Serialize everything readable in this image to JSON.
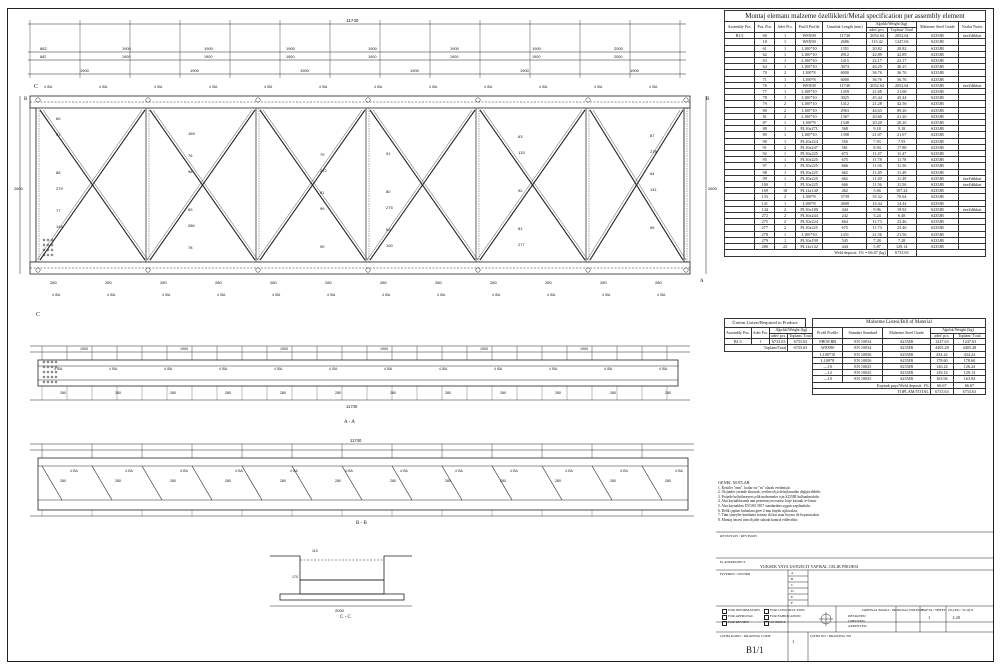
{
  "spec_table": {
    "title": "Montaj elemanı malzeme özellikleri/Metal specification per assembly element",
    "headers": {
      "assembly": "Assembly Pos.",
      "pos": "Pos. Pos.",
      "adet": "Adet Pcs.",
      "profile": "Profil Profile",
      "length": "Uzunluk Length (mm)",
      "weight": "Ağırlık/Weight (kg)",
      "weight_unit": "adet/ pcs.",
      "weight_total": "Toplam/ Total",
      "grade": "Malzeme Steel Grade",
      "notes": "Notlar Notes"
    },
    "assembly_code": "B1/1",
    "rows": [
      [
        "60",
        "1",
        "W8X90",
        "11740",
        "2052.64",
        "2052.64",
        "S235JR",
        "özel/dikkat"
      ],
      [
        "18",
        "1",
        "W8X90",
        "2686",
        "115.42",
        "1247.63",
        "S235JR",
        ""
      ],
      [
        "61",
        "1",
        "L100*10",
        "1351",
        "20.82",
        "20.82",
        "S235JR",
        ""
      ],
      [
        "62",
        "1",
        "L100*10",
        "2912",
        "42.89",
        "42.89",
        "S235JR",
        ""
      ],
      [
        "63",
        "1",
        "L100*10",
        "1415",
        "22.17",
        "22.17",
        "S235JR",
        ""
      ],
      [
        "64",
        "1",
        "L100*10",
        "3074",
        "46.25",
        "46.25",
        "S235JR",
        ""
      ],
      [
        "70",
        "2",
        "L100*8",
        "6000",
        "36.76",
        "36.76",
        "S235JR",
        ""
      ],
      [
        "71",
        "1",
        "L100*8",
        "6000",
        "36.76",
        "36.76",
        "S235JR",
        ""
      ],
      [
        "76",
        "1",
        "W8X90",
        "11740",
        "2052.64",
        "2052.64",
        "S235JR",
        "özel/dikkat"
      ],
      [
        "77",
        "1",
        "L100*10",
        "1459",
        "21.68",
        "21.68",
        "S235JR",
        ""
      ],
      [
        "78",
        "1",
        "L100*10",
        "3025",
        "45.44",
        "45.44",
        "S235JR",
        ""
      ],
      [
        "79",
        "2",
        "L100*10",
        "1412",
        "21.28",
        "42.56",
        "S235JR",
        ""
      ],
      [
        "80",
        "2",
        "L100*10",
        "2963",
        "44.63",
        "89.26",
        "S235JR",
        ""
      ],
      [
        "81",
        "2",
        "L100*10",
        "1367",
        "20.60",
        "41.20",
        "S235JR",
        ""
      ],
      [
        "87",
        "1",
        "L100*8",
        "1348",
        "20.20",
        "20.20",
        "S235JR",
        ""
      ],
      [
        "88",
        "1",
        "PL10x271",
        "568",
        "9.18",
        "9.18",
        "S235JR",
        ""
      ],
      [
        "89",
        "1",
        "L100*10",
        "1398",
        "21.07",
        "21.07",
        "S235JR",
        ""
      ],
      [
        "90",
        "1",
        "PL10x224",
        "556",
        "7.93",
        "7.93",
        "S235JR",
        ""
      ],
      [
        "91",
        "2",
        "PL10x247",
        "561",
        "8.94",
        "17.88",
        "S235JR",
        ""
      ],
      [
        "92",
        "1",
        "PL10x225",
        "673",
        "11.47",
        "11.47",
        "S235JR",
        ""
      ],
      [
        "95",
        "1",
        "PL10x225",
        "675",
        "11.78",
        "11.78",
        "S235JR",
        ""
      ],
      [
        "97",
        "1",
        "PL10x225",
        "666",
        "11.56",
        "11.56",
        "S235JR",
        ""
      ],
      [
        "98",
        "1",
        "PL10x225",
        "662",
        "11.49",
        "11.49",
        "S235JR",
        ""
      ],
      [
        "99",
        "1",
        "PL10x225",
        "662",
        "11.49",
        "11.49",
        "S235JR",
        "özel/dikkat"
      ],
      [
        "100",
        "1",
        "PL10x225",
        "666",
        "11.56",
        "11.56",
        "S235JR",
        "özel/dikkat"
      ],
      [
        "169",
        "18",
        "PL12x140",
        "462",
        "5.66",
        "107.24",
        "S235JR",
        ""
      ],
      [
        "133",
        "2",
        "L100*8",
        "5739",
        "35.32",
        "70.64",
        "S235JR",
        ""
      ],
      [
        "141",
        "1",
        "L100*8",
        "2600",
        "14.44",
        "14.44",
        "S235JR",
        ""
      ],
      [
        "144",
        "2",
        "PL10x180",
        "444",
        "9.96",
        "19.92",
        "S235JR",
        "özel/dikkat"
      ],
      [
        "272",
        "2",
        "PL10x244",
        "242",
        "3.24",
        "6.48",
        "S235JR",
        ""
      ],
      [
        "275",
        "2",
        "PL10x224",
        "664",
        "11.73",
        "23.46",
        "S235JR",
        ""
      ],
      [
        "277",
        "2",
        "PL10x225",
        "675",
        "11.73",
        "23.46",
        "S235JR",
        ""
      ],
      [
        "278",
        "1",
        "L100*10",
        "1431",
        "21.56",
        "21.56",
        "S235JR",
        ""
      ],
      [
        "279",
        "1",
        "PL10x199",
        "545",
        "7.28",
        "7.28",
        "S235JR",
        ""
      ],
      [
        "280",
        "22",
        "PL12x142",
        "444",
        "5.87",
        "129.14",
        "S235JR",
        ""
      ]
    ],
    "footer": "Weld deposit: 1% = 66.67 (kg)",
    "footer_total": "6733.63"
  },
  "units_table": {
    "title": "Üretim Listesi/Required to Produce",
    "headers": [
      "Assembly Pos.",
      "Adet Pcs.",
      "adet/ pcs.",
      "Toplam/ Total"
    ],
    "weight_header": "Ağırlık/Weight (kg)",
    "rows": [
      [
        "B1/1",
        "1",
        "6733.63",
        "6733.63"
      ]
    ],
    "total_label": "Toplam/Total",
    "total_value": "6733.63"
  },
  "bom_table": {
    "title": "Malzeme Listesi/Bill of Material",
    "headers": [
      "Profil Profile",
      "Standart Standard",
      "Malzeme Steel Grade",
      "adet/ pcs.",
      "Toplam/ Total"
    ],
    "weight_header": "Ağırlık/Weight (kg)",
    "rows": [
      [
        "PROF.BB",
        "EN 10034",
        "S235JR",
        "1247.63",
        "1247.63"
      ],
      [
        "W8X90",
        "EN 10034",
        "S235JR",
        "4405.28",
        "4405.28"
      ],
      [
        "L100*10",
        "EN 10056",
        "S235JR",
        "434.22",
        "434.22"
      ],
      [
        "L100*8",
        "EN 10056",
        "S235JR",
        "178.60",
        "178.60"
      ],
      [
        "—10",
        "EN 10025",
        "S235JR",
        "126.24",
        "126.24"
      ],
      [
        "—12",
        "EN 10025",
        "S235JR",
        "129.14",
        "129.14"
      ],
      [
        "—10",
        "EN 10025",
        "S235JR",
        "163.94",
        "163.94"
      ]
    ],
    "weld_label": "Kaynak payı/Weld deposit: 1%",
    "weld_values": [
      "66.67",
      "66.67"
    ],
    "total_label": "TOPLAM/TOTAL",
    "total_values": [
      "6733.63",
      "6733.63"
    ]
  },
  "drawing": {
    "overall_dim": "11740",
    "section_labels": [
      "A - A",
      "B - B",
      "C - C"
    ],
    "cut_markers": [
      "A",
      "B",
      "C"
    ],
    "bays": [
      "1900",
      "1900",
      "1900",
      "1900",
      "1900",
      "1900"
    ],
    "top_dims": [
      "882",
      "1900",
      "1900",
      "1900",
      "1900",
      "1900",
      "1900",
      "2000"
    ],
    "height_dim": "2600",
    "part_tags": [
      "60",
      "76",
      "61",
      "62",
      "63",
      "64",
      "77",
      "78",
      "79",
      "80",
      "81",
      "87",
      "88",
      "89",
      "90",
      "91",
      "92",
      "95",
      "97",
      "98",
      "99",
      "100",
      "133",
      "141",
      "144",
      "169",
      "272",
      "275",
      "277",
      "278",
      "279",
      "280"
    ],
    "weld_tag": "4 ISA",
    "plate_tag": "280",
    "section_c_dims": [
      "2000",
      "170",
      "110"
    ]
  },
  "notes": {
    "title": "GENEL NOTLAR",
    "lines": [
      "1. Kesitler \"mm\", kotlar ise \"m\" olarak verilmiştir.",
      "2. Ölçümler yerinde alınacak, verilen ölçü detaylarından değiştirilebilir.",
      "3. Projede belirtilmeyen çelik malzemeler için S235JR kullanılmalıdır.",
      "4. Alın kaynaklarında tam penetrasyon esastır, köşe kaynak a=4 mm.",
      "5. Alın kaynakları EN ISO 5817 standardına uygun yapılmalıdır.",
      "6. Delik çapları bulonlara göre 2 mm büyük açılacaktır.",
      "7. Tüm yüzeyler kumlama sonrası iki kat astar boyası ile boyanacaktır.",
      "8. Montaj öncesi tüm ölçüler sahada kontrol edilecektir."
    ]
  },
  "title_block": {
    "revision_label": "REVİZYON / REVISION",
    "project_label": "İŞ ADI/PROJECT",
    "project_name": "YUKSEK YAYA USTGECIT YAPISAL CELIK PROJESI",
    "owner_label": "İŞVEREN / OWNER",
    "rev_rows": [
      "A",
      "B",
      "C",
      "D",
      "E",
      "F"
    ],
    "status_items": [
      "FOR INFORMATION",
      "FOR APPROVAL",
      "FOR REVIEW",
      "FOR CONSTRUCTION",
      "FOR FABRICATION",
      "AS BUILT"
    ],
    "original_edition": "ORİJİNAL BASKI / ORIGINAL EDITION",
    "roles": [
      "DESIGNED",
      "CHECKED",
      "APPROVED"
    ],
    "scale_label": "ÖLÇEK / SCALE",
    "scale_value": "1:20",
    "sheet_label": "PAFTA / SHEET",
    "sheet_value": "1",
    "drawing_no_label": "ÇİZİM NO / DRAWING NO",
    "code_label": "ÇİZİM KODU / DRAWING CODE",
    "drawing_code": "B1/1"
  }
}
